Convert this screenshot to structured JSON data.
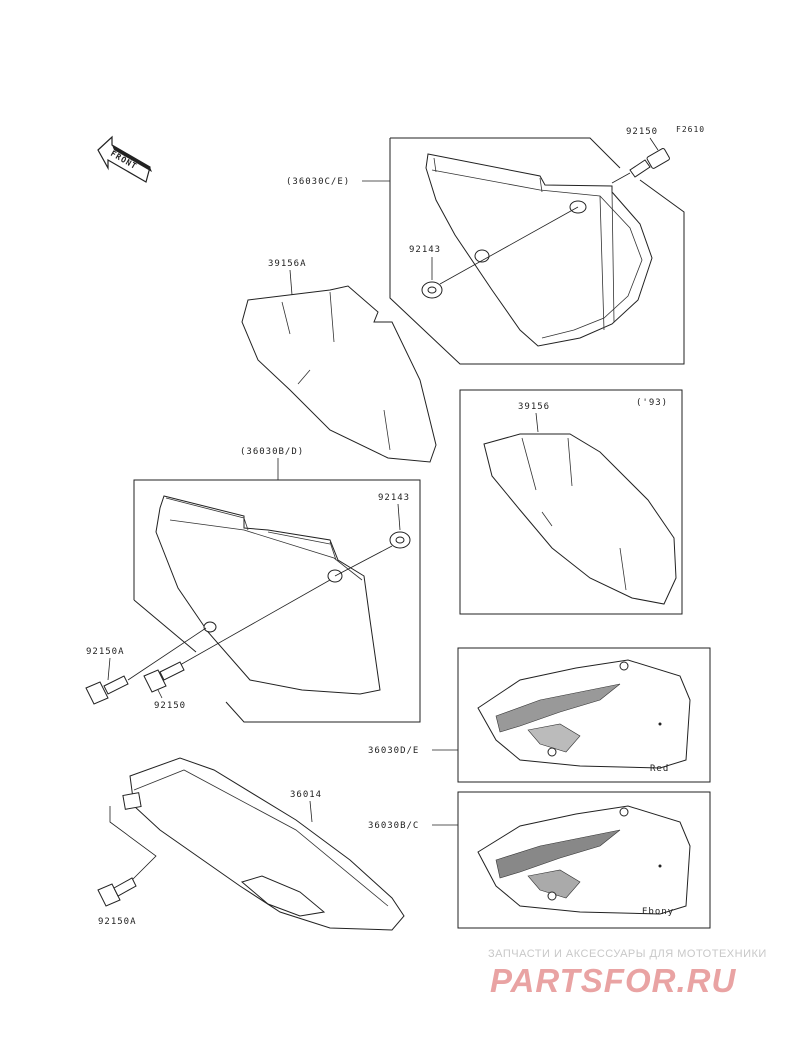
{
  "figure_code": "F2610",
  "front_arrow": {
    "label": "FRONT"
  },
  "parts": {
    "bolt_top": "92150",
    "cover_right_upper": "(36030C/E)",
    "washer_top": "92143",
    "pad_upper": "39156A",
    "pad_box": "39156",
    "pad_box_year": "('93)",
    "cover_left": "(36030B/D)",
    "washer_left": "92143",
    "bolt_a": "92150A",
    "bolt_b": "92150",
    "chain_cover": "36014",
    "bolt_chain": "92150A",
    "decal_red_ref": "36030D/E",
    "decal_red_color": "Red",
    "decal_ebony_ref": "36030B/C",
    "decal_ebony_color": "Ebony"
  },
  "watermark": {
    "tagline": "ЗАПЧАСТИ И АКСЕССУАРЫ ДЛЯ МОТОТЕХНИКИ",
    "logo": "PARTSFOR.RU"
  }
}
